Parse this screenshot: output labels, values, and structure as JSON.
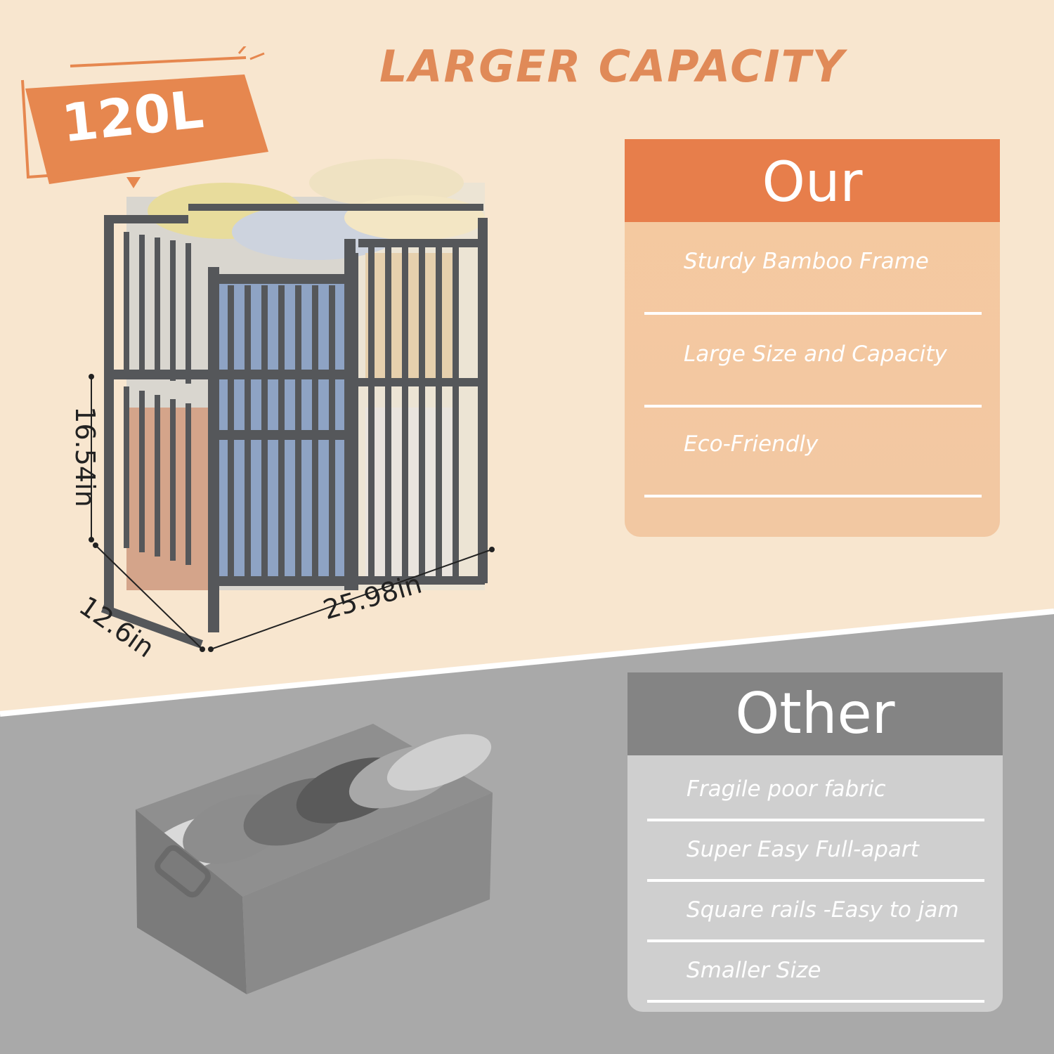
{
  "headline": "LARGER CAPACITY",
  "badge": "120L",
  "dimensions": {
    "height": "16.54in",
    "depth": "12.6in",
    "width": "25.98in"
  },
  "comparison": {
    "our": {
      "title": "Our",
      "features": [
        "Sturdy Bamboo Frame",
        "Large Size and Capacity",
        "Eco-Friendly"
      ]
    },
    "other": {
      "title": "Other",
      "features": [
        "Fragile poor fabric",
        "Super Easy Full-apart",
        "Square rails -Easy to jam",
        "Smaller Size"
      ]
    }
  },
  "colors": {
    "accent": "#e77e4b",
    "cream": "#f8e6cf",
    "gray_panel": "#848484",
    "frame": "#55575a"
  }
}
